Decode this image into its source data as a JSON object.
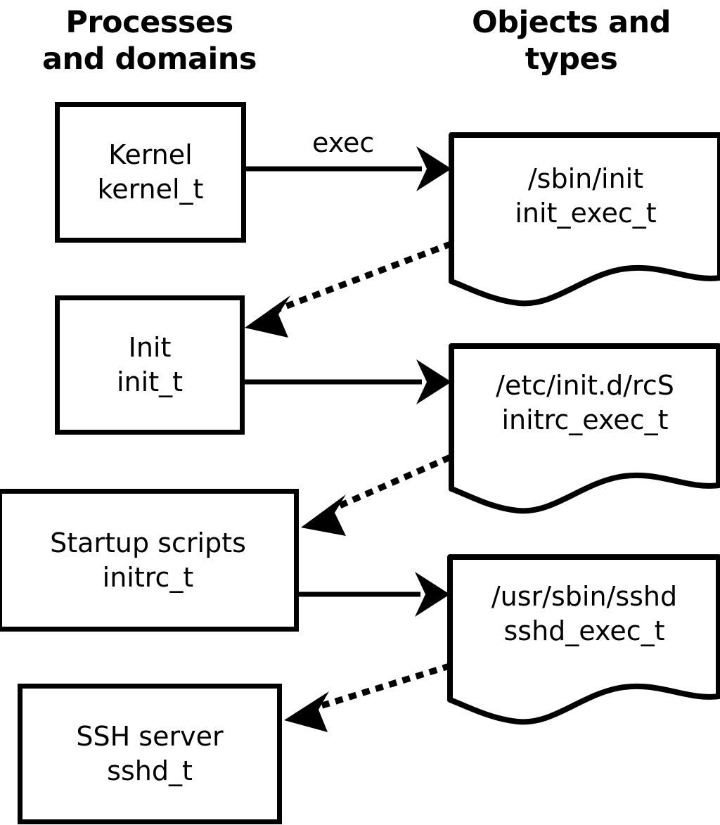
{
  "columns": {
    "left_title": "Processes\nand domains",
    "right_title": "Objects and\ntypes"
  },
  "process_boxes": [
    {
      "name": "kernel",
      "line1": "Kernel",
      "line2": "kernel_t"
    },
    {
      "name": "init",
      "line1": "Init",
      "line2": "init_t"
    },
    {
      "name": "startup-scripts",
      "line1": "Startup scripts",
      "line2": "initrc_t"
    },
    {
      "name": "ssh-server",
      "line1": "SSH server",
      "line2": "sshd_t"
    }
  ],
  "object_docs": [
    {
      "name": "sbin-init",
      "line1": "/sbin/init",
      "line2": "init_exec_t"
    },
    {
      "name": "etc-initd-rcs",
      "line1": "/etc/init.d/rcS",
      "line2": "initrc_exec_t"
    },
    {
      "name": "usr-sbin-sshd",
      "line1": "/usr/sbin/sshd",
      "line2": "sshd_exec_t"
    }
  ],
  "edges": [
    {
      "name": "kernel-exec-sbin-init",
      "label": "exec",
      "style": "solid",
      "from": "kernel",
      "to": "sbin-init"
    },
    {
      "name": "sbin-init-transition-init",
      "label": "",
      "style": "dotted",
      "from": "sbin-init",
      "to": "init"
    },
    {
      "name": "init-exec-rcs",
      "label": "",
      "style": "solid",
      "from": "init",
      "to": "etc-initd-rcs"
    },
    {
      "name": "rcs-transition-initrc",
      "label": "",
      "style": "dotted",
      "from": "etc-initd-rcs",
      "to": "startup-scripts"
    },
    {
      "name": "initrc-exec-sshd",
      "label": "",
      "style": "solid",
      "from": "startup-scripts",
      "to": "usr-sbin-sshd"
    },
    {
      "name": "sshd-transition-sshd-t",
      "label": "",
      "style": "dotted",
      "from": "usr-sbin-sshd",
      "to": "ssh-server"
    }
  ],
  "colors": {
    "stroke": "#000000",
    "background": "#ffffff",
    "text": "#000000"
  }
}
